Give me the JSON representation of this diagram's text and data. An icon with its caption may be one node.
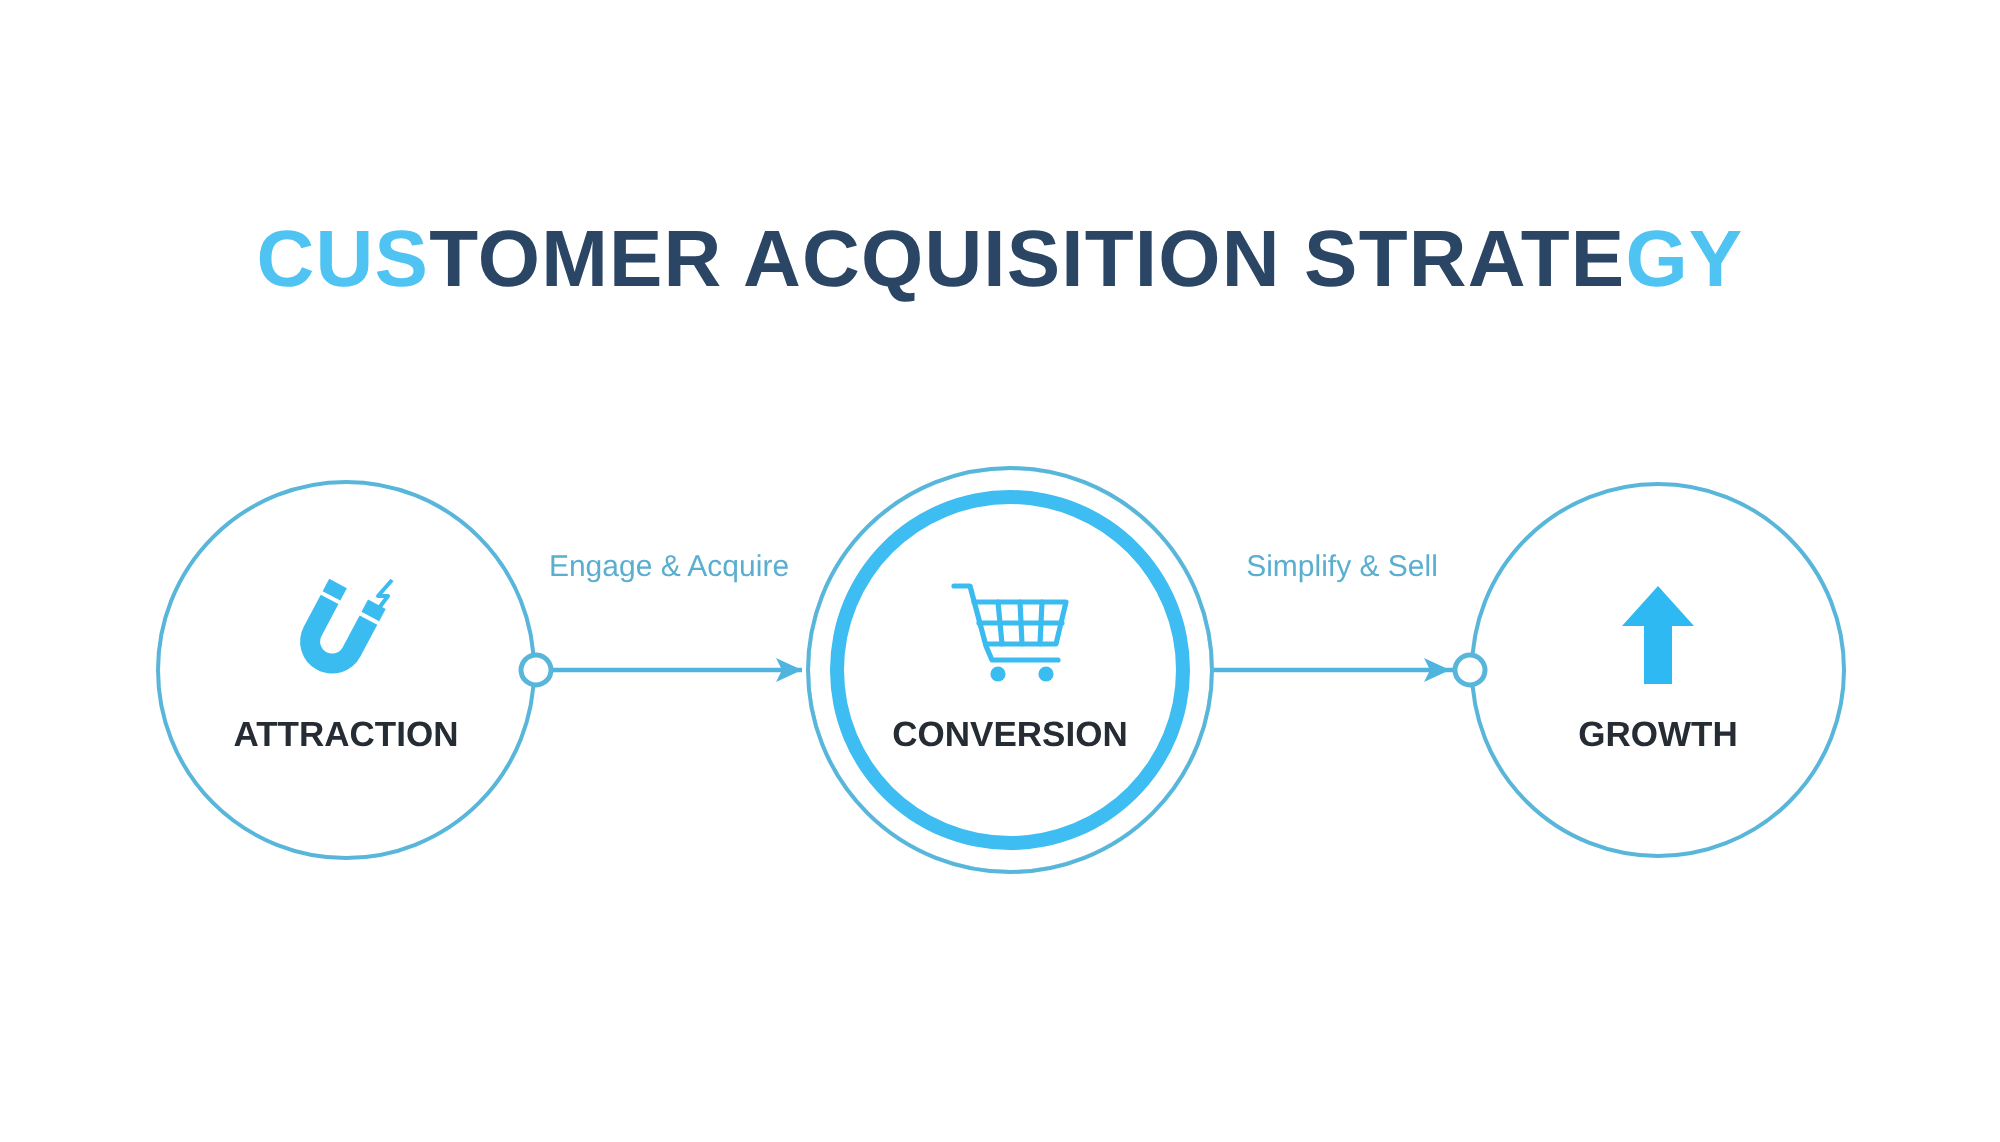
{
  "diagram": {
    "title": "CUSTOMER ACQUISITION STRATEGY",
    "nodes": [
      {
        "text": [
          "ATTRACTION"
        ]
      },
      {
        "text": [
          "CONVERSION"
        ]
      },
      {
        "text": [
          "GROWTH"
        ]
      }
    ],
    "edges": [
      {
        "from": 0,
        "to": 1,
        "arrow": "to",
        "label": "Engage & Acquire"
      },
      {
        "from": 1,
        "to": 2,
        "arrow": "to",
        "label": "Simplify & Sell"
      }
    ]
  }
}
